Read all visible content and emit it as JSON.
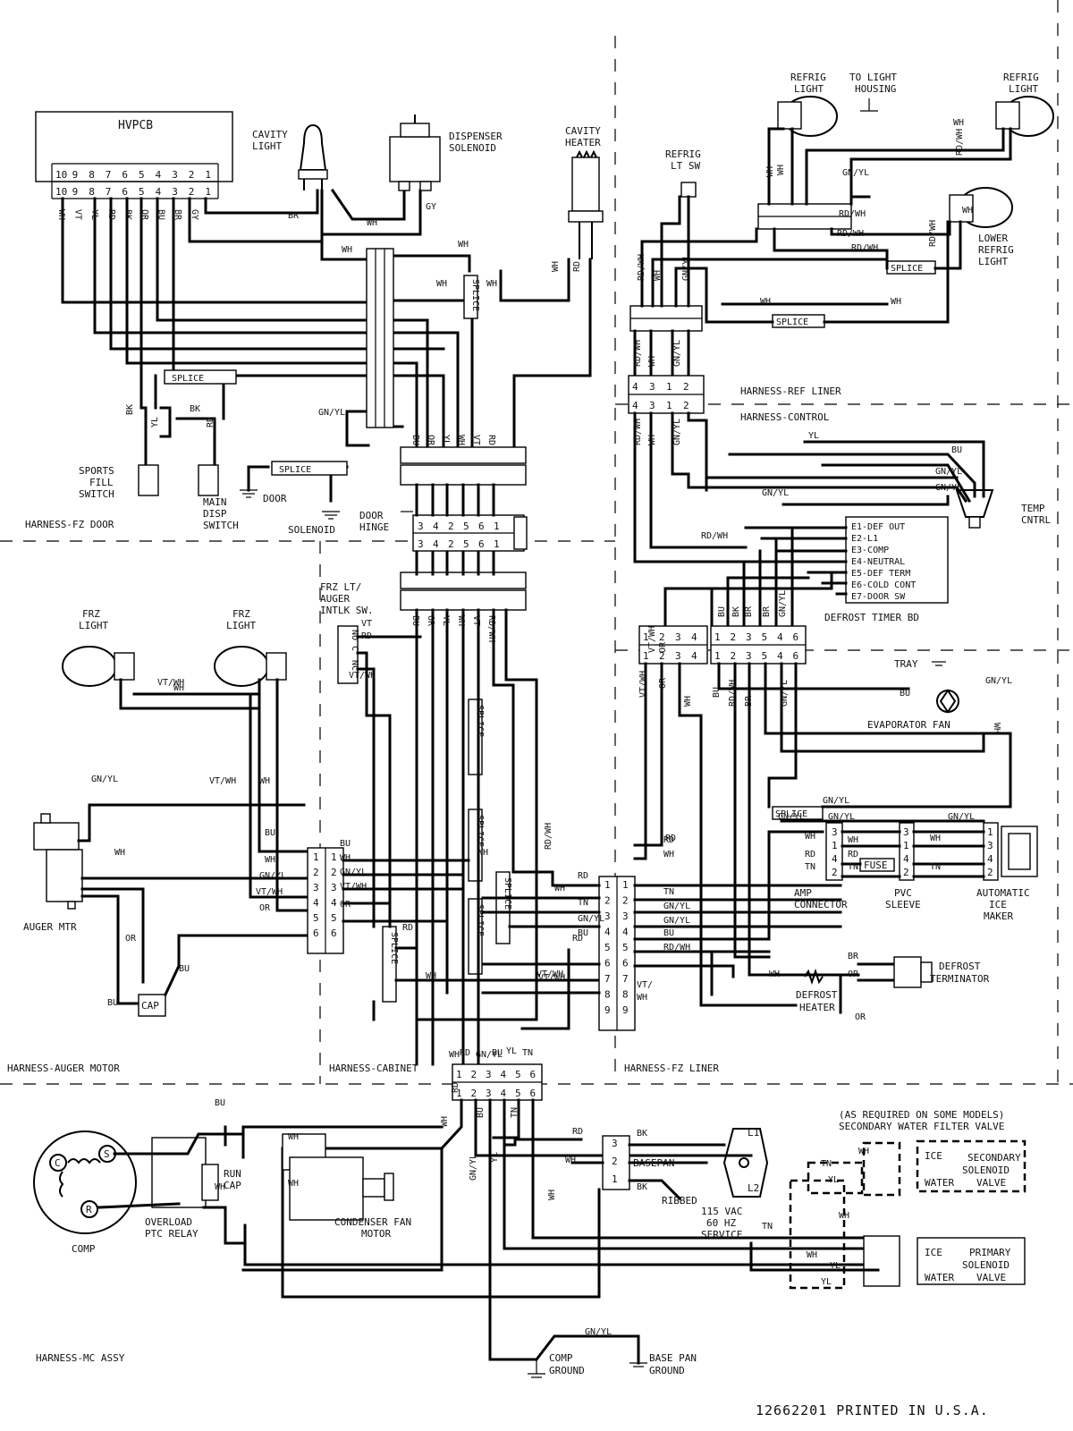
{
  "footer": "12662201 PRINTED IN U.S.A.",
  "sections": {
    "fz_door": "HARNESS-FZ DOOR",
    "auger_motor": "HARNESS-AUGER MOTOR",
    "cabinet": "HARNESS-CABINET",
    "fz_liner": "HARNESS-FZ LINER",
    "ref_liner": "HARNESS-REF LINER",
    "control": "HARNESS-CONTROL",
    "mc_assy": "HARNESS-MC ASSY"
  },
  "components": {
    "hvpcb": "HVPCB",
    "hvpcb_pins": [
      "10",
      "9",
      "8",
      "7",
      "6",
      "5",
      "4",
      "3",
      "2",
      "1"
    ],
    "cavity_light": [
      "CAVITY",
      "LIGHT"
    ],
    "dispenser_solenoid": [
      "DISPENSER",
      "SOLENOID"
    ],
    "cavity_heater": [
      "CAVITY",
      "HEATER"
    ],
    "sports_fill_switch": [
      "SPORTS",
      "FILL",
      "SWITCH"
    ],
    "main_disp_switch": [
      "MAIN",
      "DISP",
      "SWITCH"
    ],
    "door": "DOOR",
    "solenoid": "SOLENOID",
    "door_hinge": [
      "DOOR",
      "HINGE"
    ],
    "refrig_light_1": [
      "REFRIG",
      "LIGHT"
    ],
    "to_light_housing": [
      "TO LIGHT",
      "HOUSING"
    ],
    "refrig_light_2": [
      "REFRIG",
      "LIGHT"
    ],
    "refrig_lt_sw": [
      "REFRIG",
      "LT SW"
    ],
    "lower_refrig_light": [
      "LOWER",
      "REFRIG",
      "LIGHT"
    ],
    "temp_cntrl": [
      "TEMP",
      "CNTRL"
    ],
    "defrost_timer_bd": "DEFROST TIMER BD",
    "defrost_terminals": [
      "E1-DEF OUT",
      "E2-L1",
      "E3-COMP",
      "E4-NEUTRAL",
      "E5-DEF TERM",
      "E6-COLD CONT",
      "E7-DOOR SW"
    ],
    "frz_lt_auger_intlk": [
      "FRZ LT/",
      "AUGER",
      "INTLK SW."
    ],
    "switch_contacts": [
      "NO",
      "C",
      "NC"
    ],
    "frz_light_1": [
      "FRZ",
      "LIGHT"
    ],
    "frz_light_2": [
      "FRZ",
      "LIGHT"
    ],
    "auger_mtr": "AUGER MTR",
    "cap": "CAP",
    "tray": "TRAY",
    "evaporator_fan": "EVAPORATOR FAN",
    "amp_connector": [
      "AMP",
      "CONNECTOR"
    ],
    "pvc_sleeve": [
      "PVC",
      "SLEEVE"
    ],
    "automatic_ice_maker": [
      "AUTOMATIC",
      "ICE",
      "MAKER"
    ],
    "fuse": "FUSE",
    "defrost_terminator": [
      "DEFROST",
      "TERMINATOR"
    ],
    "defrost_heater": [
      "DEFROST",
      "HEATER"
    ],
    "comp": "COMP",
    "comp_terminals": [
      "C",
      "S",
      "R"
    ],
    "overload_ptc_relay": [
      "OVERLOAD",
      "PTC RELAY"
    ],
    "run_cap": [
      "RUN",
      "CAP"
    ],
    "condenser_fan_motor": [
      "CONDENSER FAN",
      "MOTOR"
    ],
    "basepan": "BASEPAN",
    "ribbed": "RIBBED",
    "service_115": [
      "115 VAC",
      "60 HZ",
      "SERVICE"
    ],
    "plug_terminals": [
      "L1",
      "L2"
    ],
    "secondary_note": [
      "(AS REQUIRED ON SOME MODELS)",
      "SECONDARY WATER FILTER VALVE"
    ],
    "secondary_valve": [
      "ICE",
      "SECONDARY",
      "SOLENOID",
      "WATER",
      "VALVE"
    ],
    "primary_valve": [
      "ICE",
      "PRIMARY",
      "SOLENOID",
      "WATER",
      "VALVE"
    ],
    "comp_ground": [
      "COMP",
      "GROUND"
    ],
    "base_pan_ground": [
      "BASE PAN",
      "GROUND"
    ]
  },
  "splice_label": "SPLICE",
  "splice_vertical": "SPLICE",
  "connectors": {
    "door_hinge_upper": [
      "3",
      "4",
      "2",
      "5",
      "6",
      "1"
    ],
    "door_hinge_lower": [
      "3",
      "4",
      "2",
      "5",
      "6",
      "1"
    ],
    "ref_liner_upper": [
      "4",
      "3",
      "1",
      "2"
    ],
    "ref_liner_lower": [
      "4",
      "3",
      "1",
      "2"
    ],
    "fz_liner_4": [
      "1",
      "2",
      "3",
      "4"
    ],
    "fz_liner_6": [
      "1",
      "2",
      "3",
      "5",
      "4",
      "6"
    ],
    "cabinet_6": [
      "1",
      "2",
      "3",
      "4",
      "5",
      "6"
    ],
    "fz_liner_9": [
      "1",
      "2",
      "3",
      "4",
      "5",
      "6",
      "7",
      "8",
      "9"
    ],
    "mc_6": [
      "1",
      "2",
      "3",
      "4",
      "5",
      "6"
    ],
    "amp_pins": [
      "3",
      "1",
      "4",
      "2"
    ],
    "pvc_pins": [
      "3",
      "1",
      "4",
      "2"
    ],
    "icemaker_pins": [
      "1",
      "3",
      "4",
      "2"
    ],
    "service_pins": [
      "3",
      "2",
      "1"
    ]
  },
  "wire_labels": {
    "hvpcb": [
      "WH",
      "VT",
      "YL",
      "RD",
      "BK",
      "OR",
      "BU",
      "BR",
      "GY"
    ],
    "top": [
      "BR",
      "WH",
      "GY",
      "WH",
      "WH",
      "WH",
      "WH",
      "RD",
      "WH",
      "GN/YL",
      "BK",
      "BK",
      "YL",
      "RD"
    ],
    "hinge_wires": [
      "BU",
      "OR",
      "YL",
      "WH",
      "VT",
      "RD"
    ],
    "hinge_lower_wires": [
      "BU",
      "OR",
      "YL",
      "WH",
      "VT",
      "RD/WH"
    ],
    "ref": [
      "RD/WH",
      "WH",
      "GN/YL",
      "RD/WH",
      "WH",
      "GN/YL",
      "RD/WH",
      "WH",
      "GN/YL",
      "WH",
      "RD/WH",
      "RD/WH",
      "RD/WH",
      "GN/YL",
      "WH",
      "RD/WH",
      "WH",
      "WH",
      "WH",
      "WH",
      "RD/WH"
    ],
    "control": [
      "YL",
      "BU",
      "GN/YL",
      "GN/YL",
      "GN/YL",
      "RD/WH"
    ],
    "fz_liner_top": [
      "VT/WH",
      "OR",
      "BU",
      "BK",
      "BR",
      "BR",
      "GN/YL",
      "VT/WH",
      "OR",
      "WH",
      "BU",
      "RD/WH",
      "BR",
      "GN/YL"
    ],
    "evap": [
      "BU",
      "GN/YL",
      "WH",
      "GN/YL",
      "GN/YL",
      "GN/YL",
      "GN/YL",
      "WH",
      "WH",
      "WH",
      "RD",
      "RD",
      "RD",
      "TN",
      "TN",
      "TN",
      "BR",
      "OR",
      "WH",
      "OR"
    ],
    "fz_9": [
      "RD",
      "WH",
      "TN",
      "GN/YL",
      "BU",
      "VT/WH",
      "RD",
      "WH",
      "TN",
      "GN/YL",
      "GN/YL",
      "BU",
      "RD/WH",
      "VT/",
      "WH"
    ],
    "auger": [
      "VT/WH",
      "WH",
      "VT/WH",
      "WH",
      "GN/YL",
      "WH",
      "BU",
      "WH",
      "GN/YL",
      "VT/WH",
      "OR",
      "OR",
      "BU",
      "BU",
      "BU",
      "WH",
      "GN/YL",
      "VT/WH",
      "OR",
      "RD",
      "VT",
      "RD",
      "VT/WH",
      "WH",
      "WH",
      "RD/WH",
      "VT/WH",
      "RD"
    ],
    "mc": [
      "WH",
      "RD",
      "GN/YL",
      "BU",
      "YL",
      "TN",
      "RD",
      "WH",
      "BU",
      "GN/YL",
      "YL",
      "TN",
      "BU",
      "WH",
      "WH",
      "WH",
      "RD",
      "BK",
      "BK",
      "WH",
      "WH",
      "TN",
      "WH",
      "YL",
      "GN/YL",
      "TN",
      "WH",
      "YL",
      "WH",
      "YL"
    ]
  }
}
